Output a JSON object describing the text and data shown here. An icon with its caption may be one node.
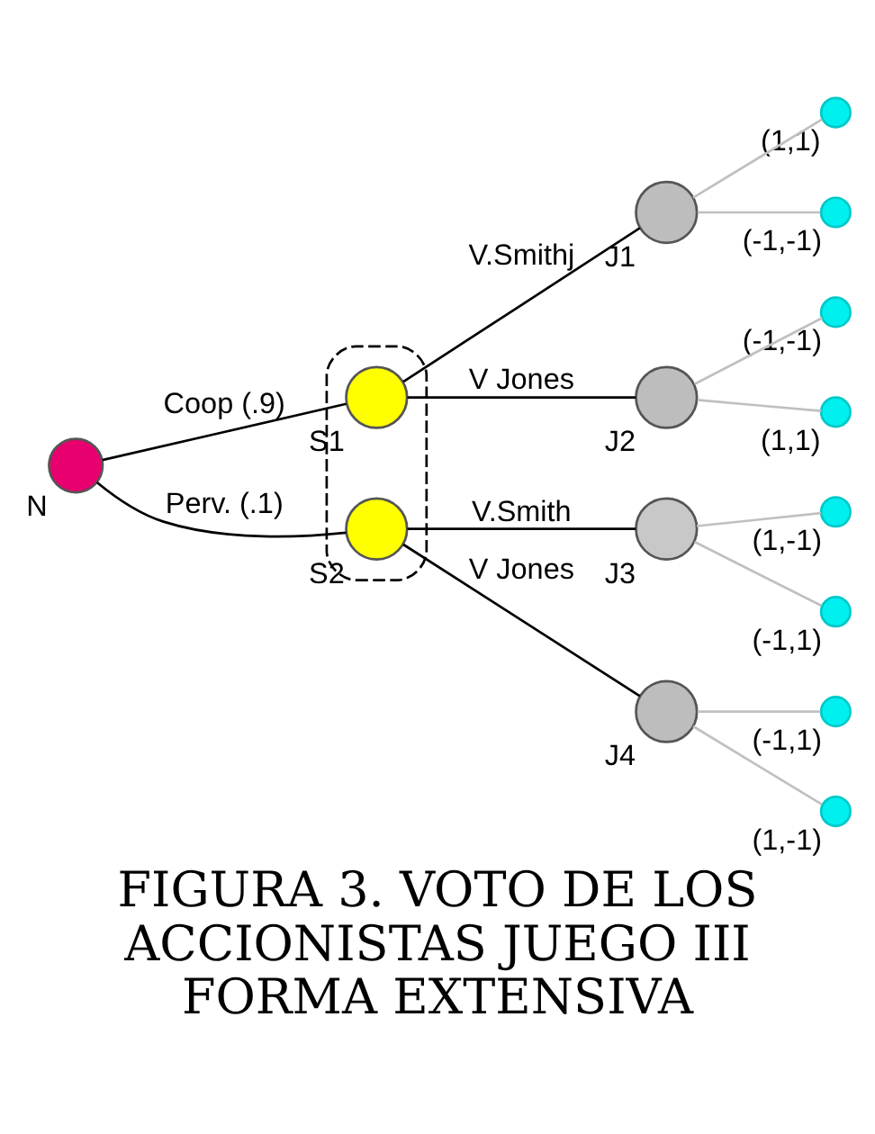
{
  "diagram": {
    "caption": "FIGURA 3. VOTO DE LOS ACCIONISTAS JUEGO III FORMA EXTENSIVA",
    "nodes": [
      {
        "text": [],
        "shape": "circle",
        "beside": [
          "N"
        ]
      },
      {
        "text": [],
        "shape": "box"
      },
      {
        "text": [],
        "shape": "circle",
        "in": 1,
        "beside": [
          "S1"
        ]
      },
      {
        "text": [],
        "shape": "circle",
        "in": 1,
        "beside": [
          "S2"
        ]
      },
      {
        "text": [],
        "shape": "circle",
        "beside": [
          "J1"
        ]
      },
      {
        "text": [],
        "shape": "circle",
        "beside": [
          "J2"
        ]
      },
      {
        "text": [],
        "shape": "circle",
        "beside": [
          "J3"
        ]
      },
      {
        "text": [],
        "shape": "circle",
        "beside": [
          "J4"
        ]
      },
      {
        "text": [],
        "shape": "circle",
        "beside": [
          "(1,1)"
        ]
      },
      {
        "text": [],
        "shape": "circle",
        "beside": [
          "(-1,-1)"
        ]
      },
      {
        "text": [],
        "shape": "circle",
        "beside": [
          "(-1,-1)"
        ]
      },
      {
        "text": [],
        "shape": "circle",
        "beside": [
          "(1,1)"
        ]
      },
      {
        "text": [],
        "shape": "circle",
        "beside": [
          "(1,-1)"
        ]
      },
      {
        "text": [],
        "shape": "circle",
        "beside": [
          "(-1,1)"
        ]
      },
      {
        "text": [],
        "shape": "circle",
        "beside": [
          "(-1,1)"
        ]
      },
      {
        "text": [],
        "shape": "circle",
        "beside": [
          "(1,-1)"
        ]
      }
    ],
    "edges": [
      {
        "from": 0,
        "to": 2,
        "arrow": "none",
        "label": "Coop (.9)",
        "color": "#000000"
      },
      {
        "from": 0,
        "to": 3,
        "arrow": "none",
        "label": "Perv. (.1)",
        "color": "#000000"
      },
      {
        "from": 2,
        "to": 4,
        "arrow": "none",
        "label": "V.Smithj",
        "color": "#000000"
      },
      {
        "from": 2,
        "to": 5,
        "arrow": "none",
        "label": "V Jones",
        "color": "#000000"
      },
      {
        "from": 3,
        "to": 6,
        "arrow": "none",
        "label": "V.Smith",
        "color": "#000000"
      },
      {
        "from": 3,
        "to": 7,
        "arrow": "none",
        "label": "V Jones",
        "color": "#000000"
      },
      {
        "from": 4,
        "to": 8,
        "arrow": "none"
      },
      {
        "from": 4,
        "to": 9,
        "arrow": "none"
      },
      {
        "from": 5,
        "to": 10,
        "arrow": "none"
      },
      {
        "from": 5,
        "to": 11,
        "arrow": "none"
      },
      {
        "from": 6,
        "to": 12,
        "arrow": "none"
      },
      {
        "from": 6,
        "to": 13,
        "arrow": "none"
      },
      {
        "from": 7,
        "to": 14,
        "arrow": "none"
      },
      {
        "from": 7,
        "to": 15,
        "arrow": "none"
      }
    ]
  }
}
